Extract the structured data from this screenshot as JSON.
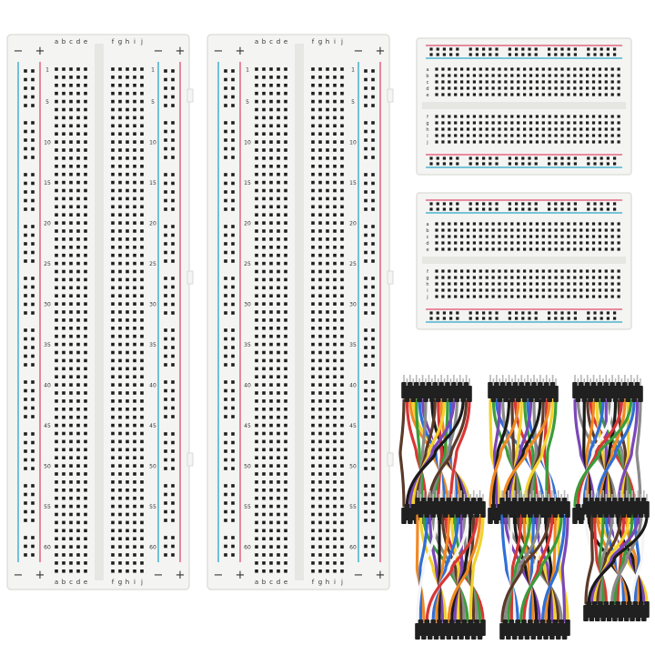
{
  "colors": {
    "board": "#f4f4f2",
    "board_edge": "#d9d9d6",
    "channel": "#e6e6e3",
    "hole": "#1e1e1e",
    "rail_red": "#e04a6e",
    "rail_blue": "#2aa7c9",
    "sign_red": "#e04a6e",
    "sign_blue": "#2aa7c9",
    "wire_palette": [
      "#5b3a29",
      "#d93636",
      "#f08a24",
      "#f2d22e",
      "#3a9d3a",
      "#2f6fd6",
      "#7b47b8",
      "#8a8a8a",
      "#f5f5f5",
      "#1a1a1a"
    ]
  },
  "full_board": {
    "rail_signs": {
      "minus": "−",
      "plus": "+"
    },
    "columns_left": [
      "a",
      "b",
      "c",
      "d",
      "e"
    ],
    "columns_right": [
      "f",
      "g",
      "h",
      "i",
      "j"
    ],
    "row_numbers": [
      "1",
      "5",
      "10",
      "15",
      "20",
      "25",
      "30",
      "35",
      "40",
      "45",
      "50",
      "55",
      "60"
    ]
  },
  "half_board": {
    "columns_top": [
      "a",
      "b",
      "c",
      "d",
      "e"
    ],
    "columns_bottom": [
      "f",
      "g",
      "h",
      "i",
      "j"
    ]
  },
  "items": [
    {
      "id": "breadboard-full-1",
      "kind": "full"
    },
    {
      "id": "breadboard-full-2",
      "kind": "full"
    },
    {
      "id": "breadboard-half-1",
      "kind": "half"
    },
    {
      "id": "breadboard-half-2",
      "kind": "half"
    },
    {
      "id": "jumper-bundle-1",
      "kind": "wires"
    },
    {
      "id": "jumper-bundle-2",
      "kind": "wires"
    },
    {
      "id": "jumper-bundle-3",
      "kind": "wires"
    },
    {
      "id": "jumper-bundle-4",
      "kind": "wires"
    },
    {
      "id": "jumper-bundle-5",
      "kind": "wires"
    },
    {
      "id": "jumper-bundle-6",
      "kind": "wires"
    }
  ]
}
